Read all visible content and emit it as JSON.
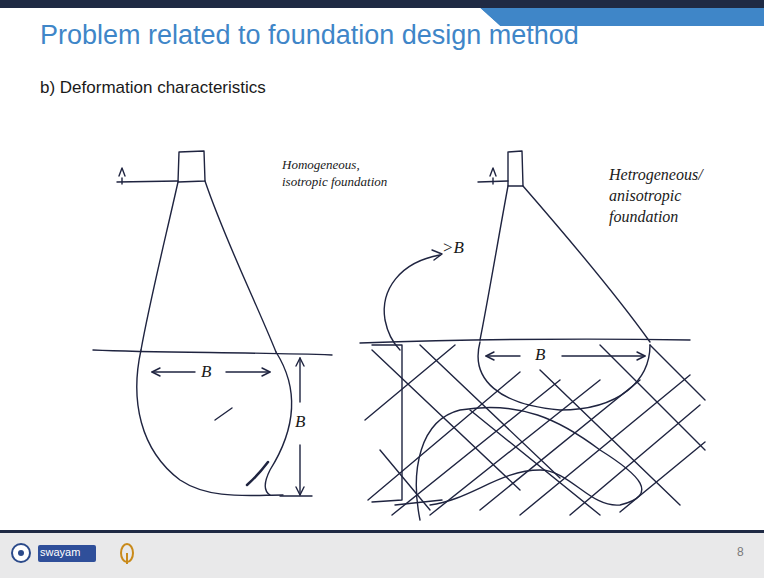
{
  "diagram": {
    "title": "Problem related to foundation design method",
    "labels": [
      "b) Deformation characteristics",
      "Homogeneous, isotropic foundation",
      "B",
      "B",
      "Hetrogeneous/ anisotropic foundation",
      ">B",
      "B",
      "swayam",
      "8"
    ]
  }
}
